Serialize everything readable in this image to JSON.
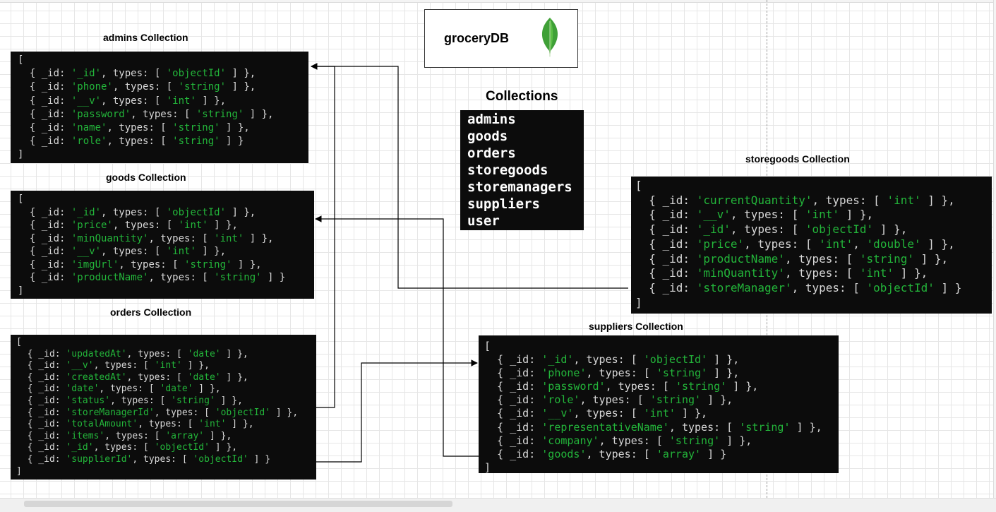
{
  "database": {
    "name": "groceryDB",
    "logo": "mongodb-leaf-icon",
    "collections_heading": "Collections",
    "collections": [
      "admins",
      "goods",
      "orders",
      "storegoods",
      "storemanagers",
      "suppliers",
      "user"
    ]
  },
  "colors": {
    "panel_background": "#0c0c0c",
    "field_string": "#23b53a",
    "punctuation": "#d8d8d8",
    "leaf_green": "#3fa037"
  },
  "panels": {
    "admins": {
      "title": "admins Collection",
      "open": "[",
      "close": "]",
      "fields": [
        {
          "id": "'_id'",
          "types": "'objectId'"
        },
        {
          "id": "'phone'",
          "types": "'string'"
        },
        {
          "id": "'__v'",
          "types": "'int'"
        },
        {
          "id": "'password'",
          "types": "'string'"
        },
        {
          "id": "'name'",
          "types": "'string'"
        },
        {
          "id": "'role'",
          "types": "'string'"
        }
      ]
    },
    "goods": {
      "title": "goods Collection",
      "open": "[",
      "close": "]",
      "fields": [
        {
          "id": "'_id'",
          "types": "'objectId'"
        },
        {
          "id": "'price'",
          "types": "'int'"
        },
        {
          "id": "'minQuantity'",
          "types": "'int'"
        },
        {
          "id": "'__v'",
          "types": "'int'"
        },
        {
          "id": "'imgUrl'",
          "types": "'string'"
        },
        {
          "id": "'productName'",
          "types": "'string'"
        }
      ]
    },
    "orders": {
      "title": "orders Collection",
      "open": "[",
      "close": "]",
      "fields": [
        {
          "id": "'updatedAt'",
          "types": "'date'"
        },
        {
          "id": "'__v'",
          "types": "'int'"
        },
        {
          "id": "'createdAt'",
          "types": "'date'"
        },
        {
          "id": "'date'",
          "types": "'date'"
        },
        {
          "id": "'status'",
          "types": "'string'"
        },
        {
          "id": "'storeManagerId'",
          "types": "'objectId'"
        },
        {
          "id": "'totalAmount'",
          "types": "'int'"
        },
        {
          "id": "'items'",
          "types": "'array'"
        },
        {
          "id": "'_id'",
          "types": "'objectId'"
        },
        {
          "id": "'supplierId'",
          "types": "'objectId'"
        }
      ]
    },
    "storegoods": {
      "title": "storegoods Collection",
      "open": "[",
      "close": "]",
      "fields": [
        {
          "id": "'currentQuantity'",
          "types": "'int'"
        },
        {
          "id": "'__v'",
          "types": "'int'"
        },
        {
          "id": "'_id'",
          "types": "'objectId'"
        },
        {
          "id": "'price'",
          "types": "'int', 'double'"
        },
        {
          "id": "'productName'",
          "types": "'string'"
        },
        {
          "id": "'minQuantity'",
          "types": "'int'"
        },
        {
          "id": "'storeManager'",
          "types": "'objectId'"
        }
      ]
    },
    "suppliers": {
      "title": "suppliers Collection",
      "open": "[",
      "close": "]",
      "fields": [
        {
          "id": "'_id'",
          "types": "'objectId'"
        },
        {
          "id": "'phone'",
          "types": "'string'"
        },
        {
          "id": "'password'",
          "types": "'string'"
        },
        {
          "id": "'role'",
          "types": "'string'"
        },
        {
          "id": "'__v'",
          "types": "'int'"
        },
        {
          "id": "'representativeName'",
          "types": "'string'"
        },
        {
          "id": "'company'",
          "types": "'string'"
        },
        {
          "id": "'goods'",
          "types": "'array'"
        }
      ]
    }
  }
}
